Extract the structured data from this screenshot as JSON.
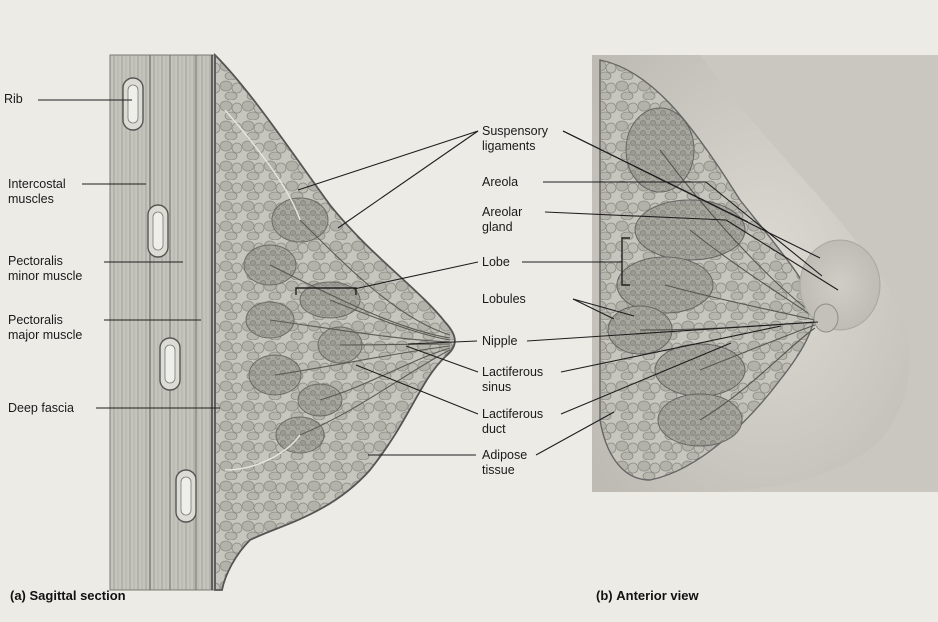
{
  "panel_a": {
    "caption_letter": "(a)",
    "caption_text": "Sagittal section",
    "labels": {
      "rib": "Rib",
      "intercostal": "Intercostal\nmuscles",
      "pect_minor": "Pectoralis\nminor muscle",
      "pect_major": "Pectoralis\nmajor muscle",
      "deep_fascia": "Deep fascia"
    }
  },
  "center_labels": {
    "suspensory": "Suspensory\nligaments",
    "areola": "Areola",
    "areolar_gland": "Areolar\ngland",
    "lobe": "Lobe",
    "lobules": "Lobules",
    "nipple": "Nipple",
    "lact_sinus": "Lactiferous\nsinus",
    "lact_duct": "Lactiferous\nduct",
    "adipose": "Adipose\ntissue"
  },
  "panel_b": {
    "caption_letter": "(b)",
    "caption_text": "Anterior view"
  },
  "colors": {
    "paper": "#ecebe6",
    "tissue": "#b9b9b2",
    "tissue_dark": "#8f8f88",
    "lobule": "#a3a39b",
    "muscle": "#c8c8c0",
    "skin": "#d6d4cd",
    "leader": "#222222"
  }
}
